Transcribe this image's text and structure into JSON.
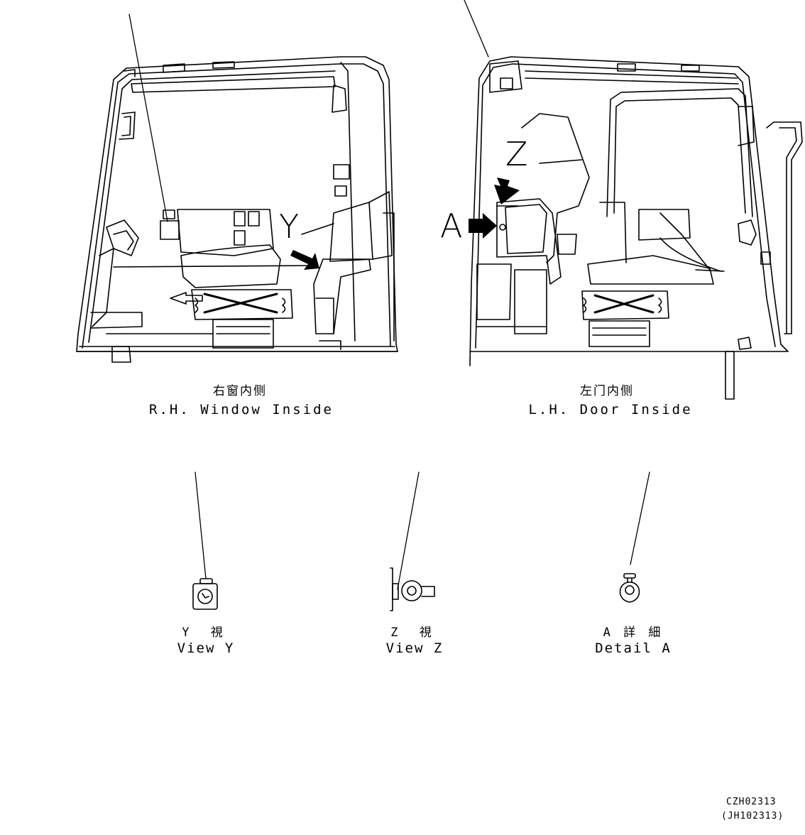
{
  "views": {
    "rh_window": {
      "label_cn": "右窗内侧",
      "label_en": "R.H. Window Inside"
    },
    "lh_door": {
      "label_cn": "左门内侧",
      "label_en": "L.H. Door Inside"
    },
    "view_y": {
      "label_cn": "Y 視",
      "label_en": "View Y"
    },
    "view_z": {
      "label_cn": "Z 視",
      "label_en": "View Z"
    },
    "detail_a": {
      "label_cn": "A 詳 細",
      "label_en": "Detail A"
    }
  },
  "callouts": {
    "y": "Y",
    "z": "Z",
    "a": "A"
  },
  "drawing_codes": {
    "primary": "CZH02313",
    "secondary": "(JH102313)"
  }
}
